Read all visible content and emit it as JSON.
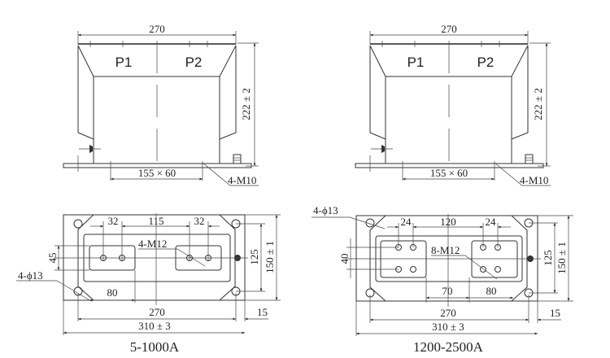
{
  "drawings": [
    {
      "id": "5-1000A",
      "caption": "5-1000A",
      "front_view": {
        "width_label": "270",
        "height_label": "222 ± 2",
        "primary_terminals": [
          "P1",
          "P2"
        ],
        "base_slot_label": "155 × 60",
        "bolt_label": "4-M10"
      },
      "top_view": {
        "terminal_spacing_left": "32",
        "center_spacing": "115",
        "terminal_spacing_right": "32",
        "terminal_callout": "4-M12",
        "vertical_spacing": "45",
        "mount_hole_callout": "4-ϕ13",
        "window_width": "80",
        "mount_span": "270",
        "overall_width": "310 ± 3",
        "edge_offset": "15",
        "mount_depth": "125",
        "overall_depth": "150 ± 1"
      }
    },
    {
      "id": "1200-2500A",
      "caption": "1200-2500A",
      "front_view": {
        "width_label": "270",
        "height_label": "222 ± 2",
        "primary_terminals": [
          "P1",
          "P2"
        ],
        "base_slot_label": "155 × 60",
        "bolt_label": "4-M10"
      },
      "top_view": {
        "terminal_spacing_left": "24",
        "center_spacing": "120",
        "terminal_spacing_right": "24",
        "terminal_callout": "8-M12",
        "vertical_spacing": "40",
        "mount_hole_callout": "4-ϕ13",
        "inner_gap": "70",
        "window_width": "80",
        "mount_span": "270",
        "overall_width": "310 ± 3",
        "edge_offset": "15",
        "mount_depth": "125",
        "overall_depth": "150 ± 1"
      }
    }
  ]
}
